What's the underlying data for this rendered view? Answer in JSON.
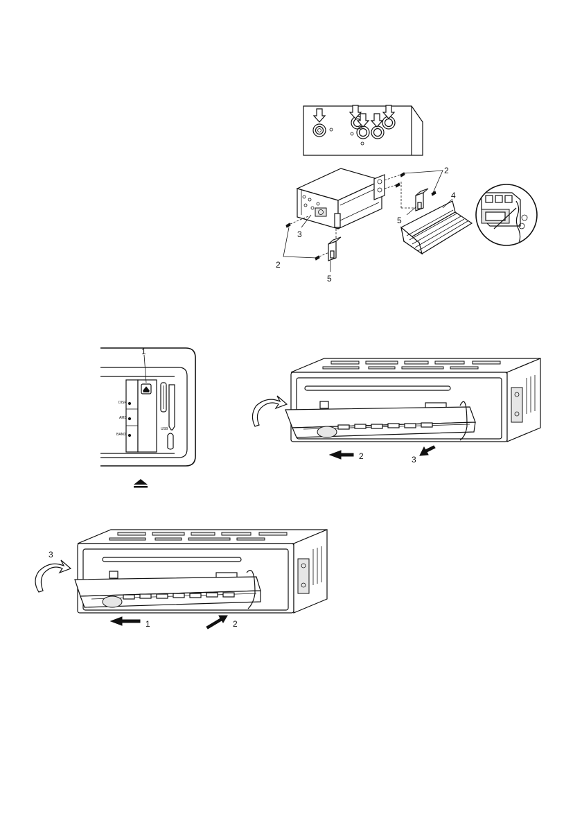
{
  "figure_top": {
    "callouts": [
      "2",
      "4",
      "3",
      "5",
      "2",
      "5"
    ]
  },
  "figure_faceplate": {
    "callout": "1",
    "buttons": [
      "DISP",
      "AMS",
      "BAND"
    ],
    "port_label": "USB",
    "icon": "eject-icon"
  },
  "figure_remove": {
    "callouts": [
      "2",
      "3"
    ]
  },
  "figure_attach": {
    "callouts": [
      "3",
      "1",
      "2"
    ]
  },
  "colors": {
    "line": "#111111",
    "shade": "#e6e6e6",
    "background": "#ffffff"
  }
}
